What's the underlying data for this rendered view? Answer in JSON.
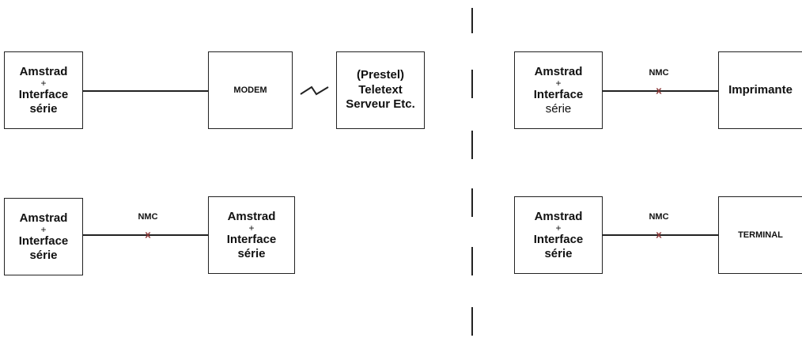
{
  "box_amstrad": {
    "line1": "Amstrad",
    "line2": "+",
    "line3": "Interface",
    "line4": "série"
  },
  "modem_label": "MODEM",
  "remote_box": {
    "line1": "(Prestel)",
    "line2": "Teletext",
    "line3": "Serveur Etc."
  },
  "printer_label": "Imprimante",
  "terminal_label": "TERMINAL",
  "cable_label": "NMC",
  "cross_mark": "x",
  "colors": {
    "stroke": "#222222",
    "cross": "#8a3535",
    "background": "#ffffff"
  }
}
